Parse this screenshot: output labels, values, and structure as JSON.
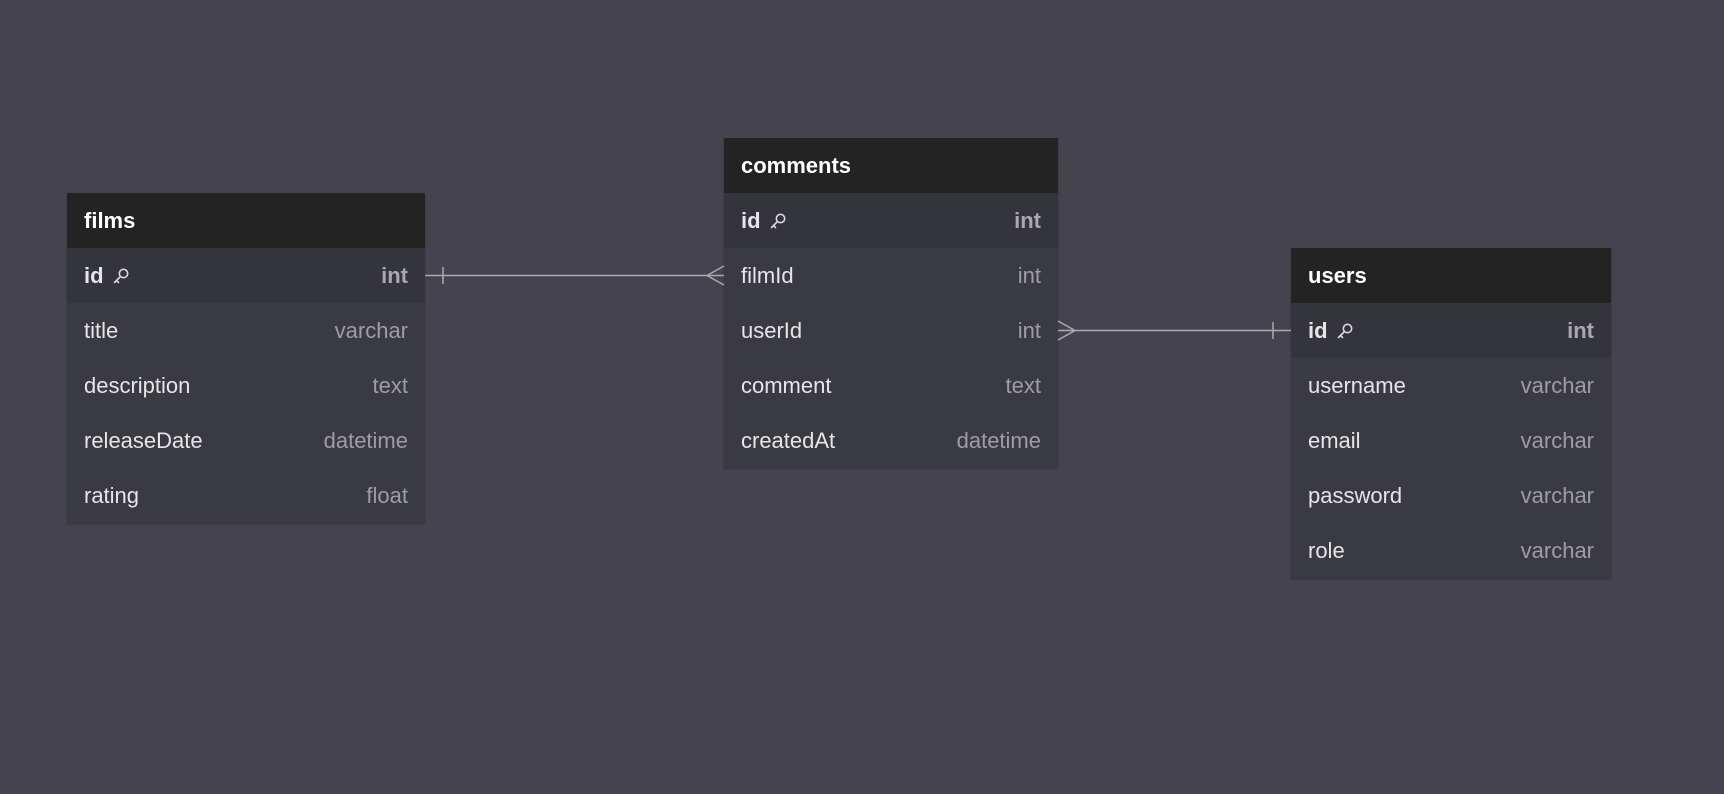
{
  "tables": {
    "films": {
      "name": "films",
      "columns": [
        {
          "name": "id",
          "type": "int",
          "pk": true
        },
        {
          "name": "title",
          "type": "varchar"
        },
        {
          "name": "description",
          "type": "text"
        },
        {
          "name": "releaseDate",
          "type": "datetime"
        },
        {
          "name": "rating",
          "type": "float"
        }
      ]
    },
    "comments": {
      "name": "comments",
      "columns": [
        {
          "name": "id",
          "type": "int",
          "pk": true
        },
        {
          "name": "filmId",
          "type": "int"
        },
        {
          "name": "userId",
          "type": "int"
        },
        {
          "name": "comment",
          "type": "text"
        },
        {
          "name": "createdAt",
          "type": "datetime"
        }
      ]
    },
    "users": {
      "name": "users",
      "columns": [
        {
          "name": "id",
          "type": "int",
          "pk": true
        },
        {
          "name": "username",
          "type": "varchar"
        },
        {
          "name": "email",
          "type": "varchar"
        },
        {
          "name": "password",
          "type": "varchar"
        },
        {
          "name": "role",
          "type": "varchar"
        }
      ]
    }
  },
  "relationships": [
    {
      "from": "films.id",
      "to": "comments.filmId",
      "from_cardinality": "one",
      "to_cardinality": "many"
    },
    {
      "from": "comments.userId",
      "to": "users.id",
      "from_cardinality": "many",
      "to_cardinality": "one"
    }
  ],
  "colors": {
    "canvas": "#45444e",
    "header": "#232323",
    "body": "#3a3a42",
    "pk_row": "#34343c",
    "connector": "#a9a9b0"
  },
  "icons": {
    "primary_key": "key-icon"
  }
}
